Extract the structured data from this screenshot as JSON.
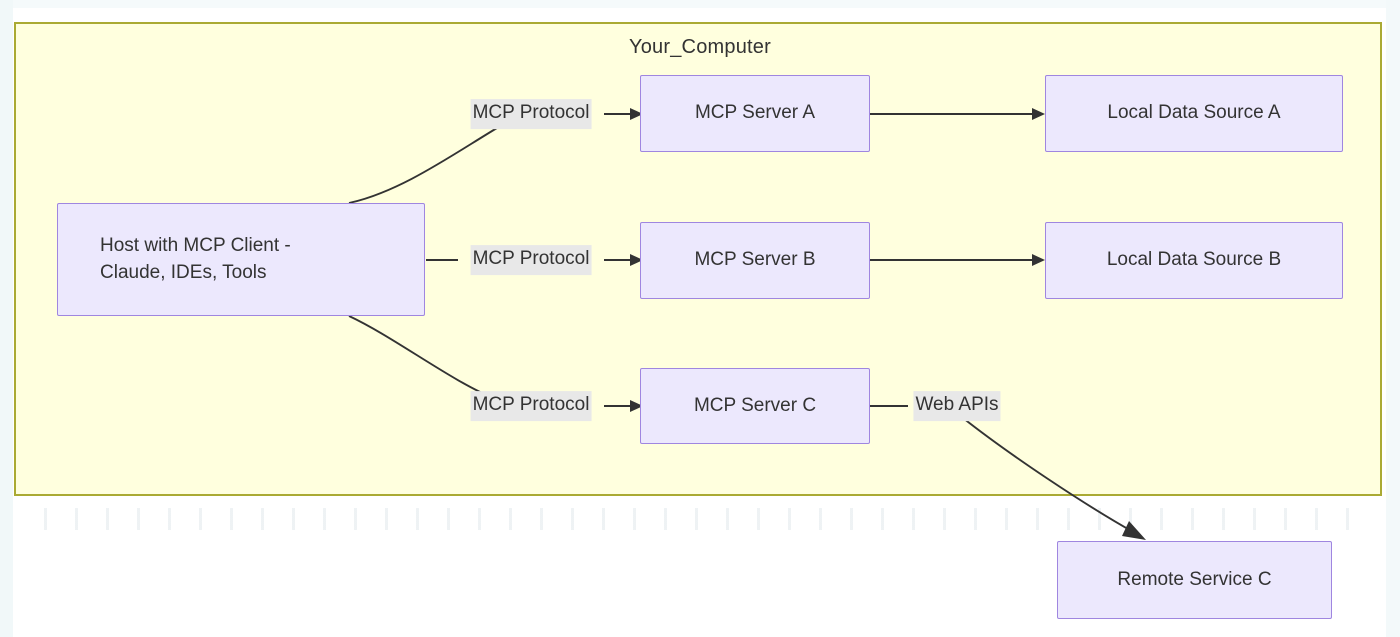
{
  "diagram": {
    "type": "flowchart",
    "subgraph": {
      "title": "Your_Computer",
      "fill_color": "#ffffde",
      "border_color": "#aaaa33"
    },
    "node_style": {
      "fill_color": "#ece8fd",
      "border_color": "#9f86e0",
      "text_color": "#333333"
    },
    "edge_style": {
      "line_color": "#333333",
      "label_bg_color": "#e8e8e8"
    },
    "nodes": [
      {
        "id": "host",
        "label": "Host with MCP Client -\nClaude, IDEs, Tools",
        "inside_subgraph": true
      },
      {
        "id": "server_a",
        "label": "MCP Server A",
        "inside_subgraph": true
      },
      {
        "id": "server_b",
        "label": "MCP Server B",
        "inside_subgraph": true
      },
      {
        "id": "server_c",
        "label": "MCP Server C",
        "inside_subgraph": true
      },
      {
        "id": "source_a",
        "label": "Local Data Source A",
        "inside_subgraph": true
      },
      {
        "id": "source_b",
        "label": "Local Data Source B",
        "inside_subgraph": true
      },
      {
        "id": "remote_c",
        "label": "Remote Service C",
        "inside_subgraph": false
      }
    ],
    "edges": [
      {
        "from": "host",
        "to": "server_a",
        "label": "MCP Protocol"
      },
      {
        "from": "host",
        "to": "server_b",
        "label": "MCP Protocol"
      },
      {
        "from": "host",
        "to": "server_c",
        "label": "MCP Protocol"
      },
      {
        "from": "server_a",
        "to": "source_a",
        "label": ""
      },
      {
        "from": "server_b",
        "to": "source_b",
        "label": ""
      },
      {
        "from": "server_c",
        "to": "remote_c",
        "label": "Web APIs"
      }
    ],
    "labels": {
      "mcp_protocol_a": "MCP Protocol",
      "mcp_protocol_b": "MCP Protocol",
      "mcp_protocol_c": "MCP Protocol",
      "web_apis": "Web APIs"
    }
  }
}
